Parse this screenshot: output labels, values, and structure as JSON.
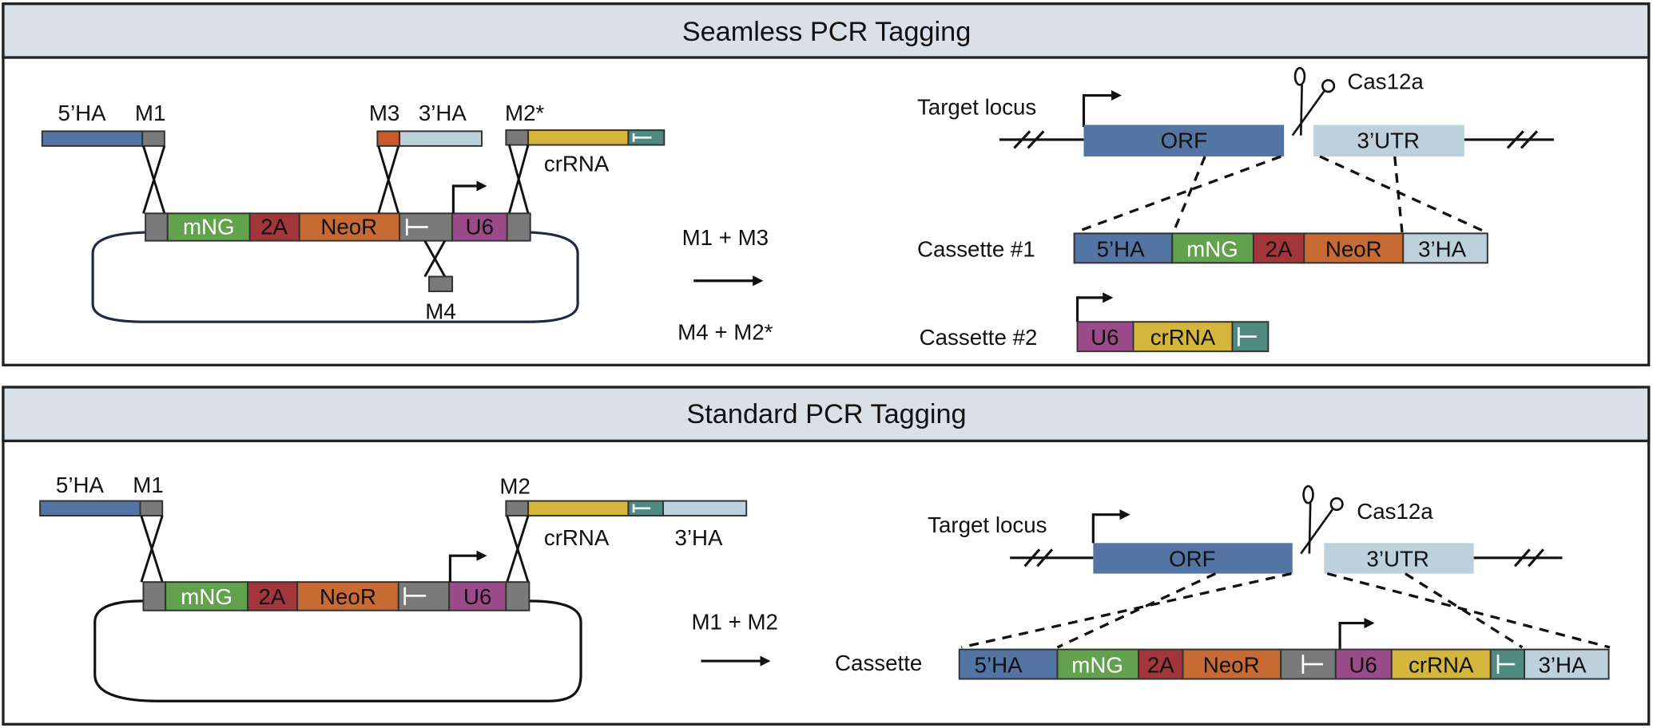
{
  "colors": {
    "ha5": "#5475a3",
    "ha3": "#bcd1dc",
    "m": "#7a7a7a",
    "mng": "#62a24c",
    "t2a": "#a3363b",
    "neor": "#c86a34",
    "u6": "#9b4b8a",
    "crrna": "#d4b63c",
    "term": "#4e8a80",
    "m3": "#c85a2c",
    "header": "#dae0e8"
  },
  "seamless": {
    "title": "Seamless PCR Tagging",
    "primer_labels": {
      "ha5": "5’HA",
      "m1": "M1",
      "m3": "M3",
      "ha3": "3’HA",
      "m2star": "M2*",
      "crrna": "crRNA",
      "m4": "M4"
    },
    "plasmid_segments": [
      "",
      "mNG",
      "2A",
      "NeoR",
      "⊢",
      "U6",
      ""
    ],
    "reaction": {
      "line1": "M1 + M3",
      "line2": "M4 + M2*"
    },
    "target_locus": {
      "label": "Target locus",
      "orf": "ORF",
      "utr": "3’UTR",
      "nuclease": "Cas12a"
    },
    "cassette1": {
      "label": "Cassette #1",
      "segments": [
        "5’HA",
        "mNG",
        "2A",
        "NeoR",
        "3’HA"
      ]
    },
    "cassette2": {
      "label": "Cassette #2",
      "segments": [
        "U6",
        "crRNA",
        "⊢"
      ]
    }
  },
  "standard": {
    "title": "Standard PCR Tagging",
    "primer_labels": {
      "ha5": "5’HA",
      "m1": "M1",
      "m2": "M2",
      "crrna": "crRNA",
      "ha3": "3’HA"
    },
    "plasmid_segments": [
      "",
      "mNG",
      "2A",
      "NeoR",
      "⊢",
      "U6",
      ""
    ],
    "reaction": {
      "line1": "M1 + M2"
    },
    "target_locus": {
      "label": "Target locus",
      "orf": "ORF",
      "utr": "3’UTR",
      "nuclease": "Cas12a"
    },
    "cassette": {
      "label": "Cassette",
      "segments": [
        "5’HA",
        "mNG",
        "2A",
        "NeoR",
        "⊢",
        "U6",
        "crRNA",
        "⊢",
        "3’HA"
      ]
    }
  }
}
